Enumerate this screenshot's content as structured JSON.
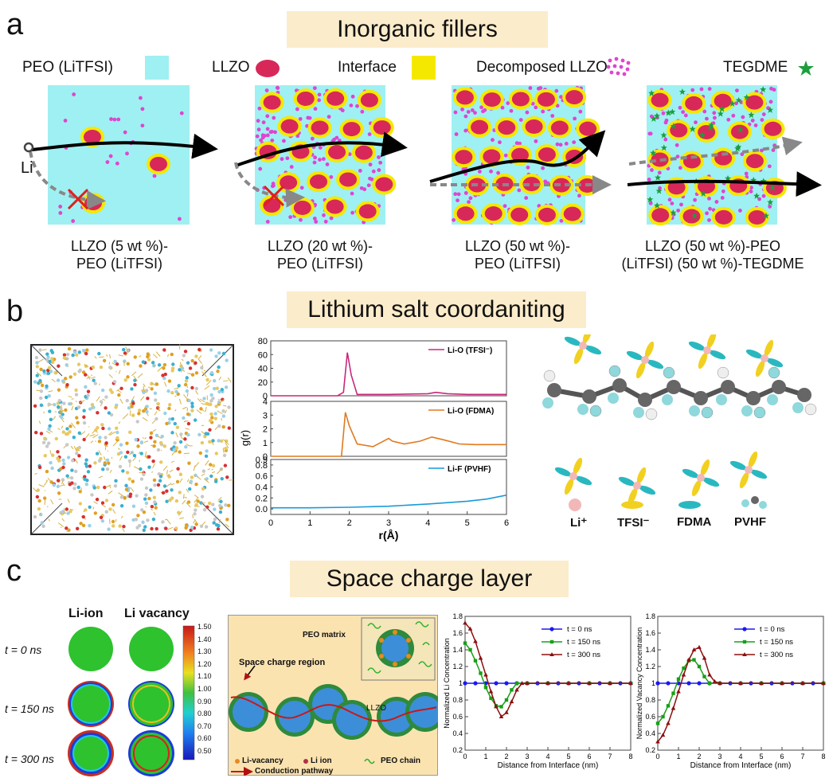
{
  "panel_a": {
    "letter": "a",
    "title": "Inorganic fillers",
    "legend": {
      "peo": "PEO (LiTFSI)",
      "llzo": "LLZO",
      "interface": "Interface",
      "decomposed": "Decomposed LLZO",
      "tegdme": "TEGDME"
    },
    "li_label": "Li",
    "captions": [
      {
        "line1": "LLZO (5 wt %)-",
        "line2": "PEO (LiTFSI)"
      },
      {
        "line1": "LLZO (20 wt %)-",
        "line2": "PEO (LiTFSI)"
      },
      {
        "line1": "LLZO (50 wt %)-",
        "line2": "PEO (LiTFSI)"
      },
      {
        "line1": "LLZO (50 wt %)-PEO",
        "line2": "(LiTFSI) (50 wt %)-TEGDME"
      }
    ],
    "colors": {
      "peo": "#9ff0f2",
      "llzo": "#d8285a",
      "interface": "#f5e800",
      "decomposed": "#e044d0",
      "tegdme": "#1d9e3c"
    }
  },
  "panel_b": {
    "letter": "b",
    "title": "Lithium salt coordaniting",
    "chart_data": {
      "type": "line",
      "xlabel": "r(Å)",
      "ylabel": "g(r)",
      "x_ticks": [
        "0",
        "1",
        "2",
        "3",
        "4",
        "5",
        "6"
      ],
      "panels": [
        {
          "name": "Li-O (TFSI⁻)",
          "color": "#c8287a",
          "yticks": [
            "0",
            "20",
            "40",
            "60",
            "80"
          ],
          "ylim": [
            0,
            80
          ],
          "x": [
            0,
            1.7,
            1.85,
            1.95,
            2.05,
            2.2,
            3,
            4,
            4.2,
            4.5,
            5,
            6
          ],
          "y": [
            0,
            0,
            5,
            63,
            30,
            2,
            2,
            3,
            5,
            3,
            2,
            2
          ]
        },
        {
          "name": "Li-O (FDMA)",
          "color": "#e07a20",
          "yticks": [
            "0",
            "1",
            "2",
            "3",
            "4"
          ],
          "ylim": [
            0,
            4
          ],
          "x": [
            0,
            1.8,
            1.9,
            2.0,
            2.2,
            2.6,
            3.0,
            3.1,
            3.4,
            3.8,
            4.1,
            4.4,
            4.8,
            5.2,
            6
          ],
          "y": [
            0,
            0,
            3.2,
            2.2,
            0.9,
            0.7,
            1.3,
            1.1,
            0.9,
            1.1,
            1.4,
            1.2,
            0.9,
            0.85,
            0.85
          ]
        },
        {
          "name": "Li-F (PVHF)",
          "color": "#1a9ad8",
          "yticks": [
            "0.0",
            "0.2",
            "0.4",
            "0.6",
            "0.8",
            "0.9"
          ],
          "ylim": [
            -0.1,
            0.9
          ],
          "x": [
            0,
            1,
            2,
            3,
            4,
            5,
            5.5,
            6
          ],
          "y": [
            0.02,
            0.02,
            0.03,
            0.05,
            0.09,
            0.14,
            0.18,
            0.25
          ]
        }
      ]
    },
    "molecule_legend": {
      "li": "Li⁺",
      "tfsi": "TFSI⁻",
      "fdma": "FDMA",
      "pvhf": "PVHF"
    }
  },
  "panel_c": {
    "letter": "c",
    "title": "Space charge layer",
    "col_labels": {
      "ion": "Li-ion",
      "vacancy": "Li vacancy"
    },
    "rows": [
      {
        "label": "t = 0 ns"
      },
      {
        "label": "t = 150 ns"
      },
      {
        "label": "t = 300 ns"
      }
    ],
    "colorbar": [
      "1.50",
      "1.40",
      "1.30",
      "1.20",
      "1.10",
      "1.00",
      "0.90",
      "0.80",
      "0.70",
      "0.60",
      "0.50"
    ],
    "schematic": {
      "matrix": "PEO matrix",
      "region": "Space charge region",
      "llzo": "LLZO",
      "legend": {
        "vacancy": "Li-vacancy",
        "ion": "Li ion",
        "chain": "PEO chain",
        "pathway": "Conduction pathway"
      }
    },
    "chart_data": [
      {
        "type": "line",
        "ylabel": "Normalized Li Concentration",
        "xlabel": "Distance from Interface (nm)",
        "xticks": [
          "0",
          "1",
          "2",
          "3",
          "4",
          "5",
          "6",
          "7",
          "8"
        ],
        "yticks": [
          "0.2",
          "0.4",
          "0.6",
          "0.8",
          "1",
          "1.2",
          "1.4",
          "1.6",
          "1.8"
        ],
        "ylim": [
          0.2,
          1.8
        ],
        "xlim": [
          0,
          8
        ],
        "series": [
          {
            "name": "t = 0 ns",
            "color": "#1a1aee",
            "marker": "circle",
            "x": [
              0,
              0.5,
              1,
              1.5,
              2,
              2.5,
              3,
              3.5,
              4,
              4.5,
              5,
              5.5,
              6,
              6.5,
              7,
              7.5,
              8
            ],
            "y": [
              1,
              1,
              1,
              1,
              1,
              1,
              1,
              1,
              1,
              1,
              1,
              1,
              1,
              1,
              1,
              1,
              1
            ]
          },
          {
            "name": "t = 150 ns",
            "color": "#16a016",
            "marker": "square",
            "x": [
              0,
              0.25,
              0.5,
              0.75,
              1,
              1.25,
              1.5,
              1.75,
              2,
              2.25,
              2.5,
              3,
              4,
              5,
              6,
              7,
              8
            ],
            "y": [
              1.48,
              1.4,
              1.27,
              1.12,
              0.95,
              0.82,
              0.73,
              0.72,
              0.8,
              0.92,
              1,
              1,
              1,
              1,
              1,
              1,
              1
            ]
          },
          {
            "name": "t = 300 ns",
            "color": "#8b1010",
            "marker": "triangle",
            "x": [
              0,
              0.25,
              0.5,
              0.75,
              1,
              1.25,
              1.5,
              1.75,
              2,
              2.25,
              2.5,
              2.75,
              3,
              4,
              5,
              6,
              7,
              8
            ],
            "y": [
              1.72,
              1.65,
              1.5,
              1.3,
              1.1,
              0.9,
              0.72,
              0.6,
              0.65,
              0.78,
              0.92,
              1,
              1,
              1,
              1,
              1,
              1,
              1
            ]
          }
        ]
      },
      {
        "type": "line",
        "ylabel": "Normalized Vacancy Concentration",
        "xlabel": "Distance from Interface (nm)",
        "xticks": [
          "0",
          "1",
          "2",
          "3",
          "4",
          "5",
          "6",
          "7",
          "8"
        ],
        "yticks": [
          "0.2",
          "0.4",
          "0.6",
          "0.8",
          "1",
          "1.2",
          "1.4",
          "1.6",
          "1.8"
        ],
        "ylim": [
          0.2,
          1.8
        ],
        "xlim": [
          0,
          8
        ],
        "series": [
          {
            "name": "t = 0 ns",
            "color": "#1a1aee",
            "marker": "circle",
            "x": [
              0,
              0.5,
              1,
              1.5,
              2,
              2.5,
              3,
              3.5,
              4,
              4.5,
              5,
              5.5,
              6,
              6.5,
              7,
              7.5,
              8
            ],
            "y": [
              1,
              1,
              1,
              1,
              1,
              1,
              1,
              1,
              1,
              1,
              1,
              1,
              1,
              1,
              1,
              1,
              1
            ]
          },
          {
            "name": "t = 150 ns",
            "color": "#16a016",
            "marker": "square",
            "x": [
              0,
              0.25,
              0.5,
              0.75,
              1,
              1.25,
              1.5,
              1.75,
              2,
              2.25,
              2.5,
              3,
              4,
              5,
              6,
              7,
              8
            ],
            "y": [
              0.52,
              0.6,
              0.73,
              0.88,
              1.05,
              1.18,
              1.27,
              1.28,
              1.2,
              1.08,
              1,
              1,
              1,
              1,
              1,
              1,
              1
            ]
          },
          {
            "name": "t = 300 ns",
            "color": "#8b1010",
            "marker": "triangle",
            "x": [
              0,
              0.25,
              0.5,
              0.75,
              1,
              1.25,
              1.5,
              1.75,
              2,
              2.25,
              2.5,
              2.75,
              3,
              4,
              5,
              6,
              7,
              8
            ],
            "y": [
              0.3,
              0.38,
              0.52,
              0.7,
              0.9,
              1.1,
              1.28,
              1.4,
              1.43,
              1.3,
              1.1,
              1.02,
              1,
              1,
              1,
              1,
              1,
              1
            ]
          }
        ]
      }
    ]
  }
}
